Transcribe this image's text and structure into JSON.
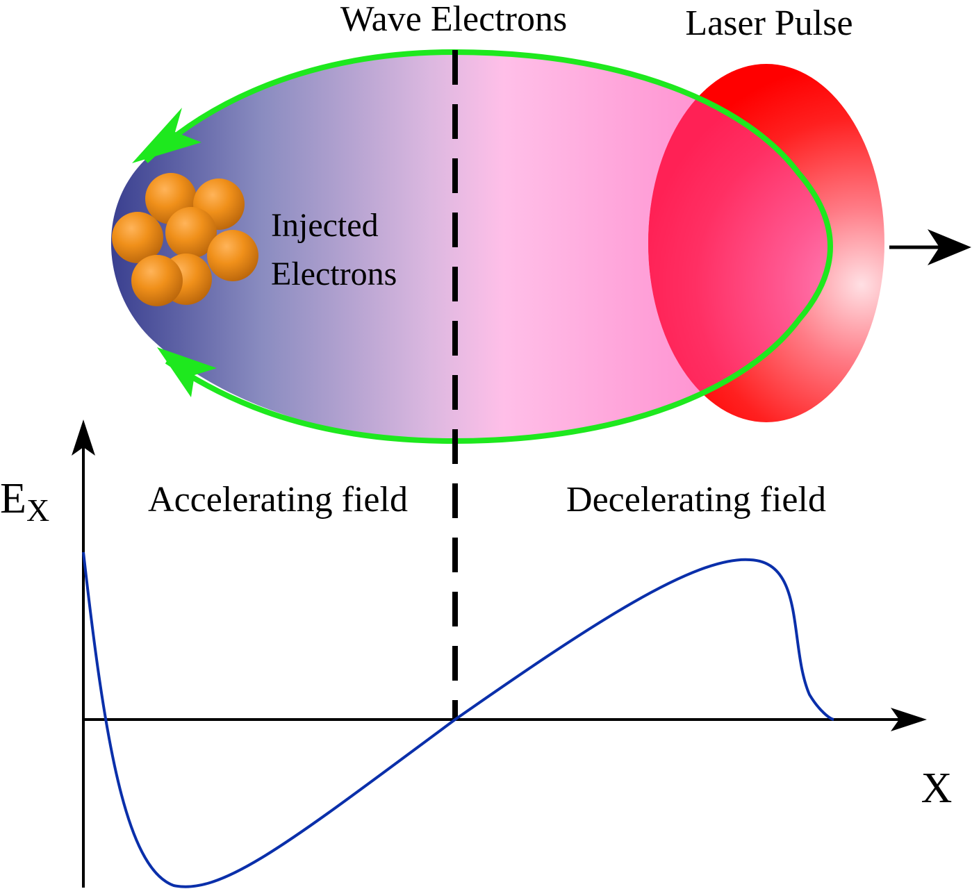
{
  "labels": {
    "wave_electrons": "Wave Electrons",
    "laser_pulse": "Laser Pulse",
    "injected_line1": "Injected",
    "injected_line2": "Electrons",
    "accelerating_field": "Accelerating field",
    "decelerating_field": "Decelerating field",
    "y_axis_main": "E",
    "y_axis_sub": "X",
    "x_axis": "X"
  },
  "colors": {
    "bubble_left": "#3b3f8f",
    "bubble_right": "#ff77c0",
    "wave_trajectory": "#1ee81e",
    "laser_pulse": "#ff1010",
    "electron_bunch": "#f08a10",
    "field_curve": "#0a2faa",
    "axes": "#000000"
  },
  "icons": {
    "propagation_arrow": "right-arrow",
    "trajectory_arrows": "arrowhead",
    "electrons": "sphere"
  }
}
